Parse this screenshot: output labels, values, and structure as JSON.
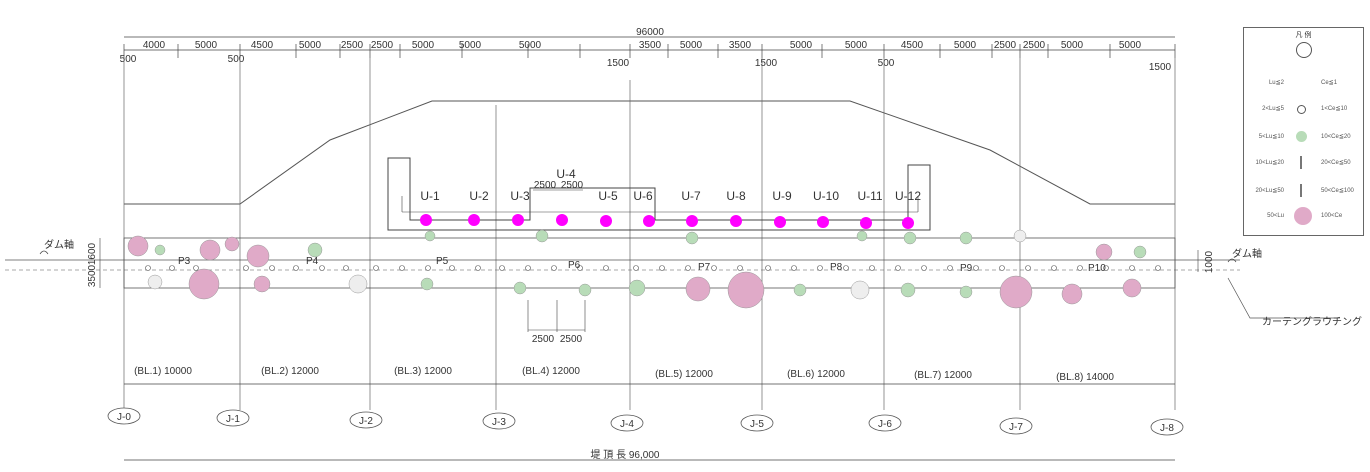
{
  "top_dims": {
    "total": "96000",
    "upper": [
      "4000",
      "5000",
      "4500",
      "5000",
      "2500",
      "2500",
      "5000",
      "5000",
      "5000",
      "3500",
      "5000",
      "3500",
      "5000",
      "5000",
      "4500",
      "5000",
      "2500",
      "2500",
      "5000",
      "5000"
    ],
    "small": [
      "500",
      "500",
      "1500",
      "1500",
      "500",
      "1500"
    ]
  },
  "left_dims": [
    "1600",
    "3500"
  ],
  "right_dims": [
    "1000"
  ],
  "units": [
    "U-1",
    "U-2",
    "U-3",
    "U-4",
    "U-5",
    "U-6",
    "U-7",
    "U-8",
    "U-9",
    "U-10",
    "U-11",
    "U-12"
  ],
  "u4_dims": [
    "2500",
    "2500"
  ],
  "bottom_mid_dims": [
    "2500",
    "2500"
  ],
  "blocks": [
    "(BL.1) 10000",
    "(BL.2) 12000",
    "(BL.3) 12000",
    "(BL.4) 12000",
    "(BL.5) 12000",
    "(BL.6) 12000",
    "(BL.7) 12000",
    "(BL.8) 14000"
  ],
  "joints": [
    "J-0",
    "J-1",
    "J-2",
    "J-3",
    "J-4",
    "J-5",
    "J-6",
    "J-7",
    "J-8"
  ],
  "piers": [
    "P3",
    "P4",
    "P5",
    "P6",
    "P7",
    "P8",
    "P9",
    "P10"
  ],
  "dam_axis_labels": [
    "ダム軸",
    "ダム軸"
  ],
  "curtain_label": "カーテングラウチング",
  "bottom_total": "堤 頂 長 96,000",
  "legend": {
    "title": "凡 例",
    "rows": [
      {
        "left": "Lu≦2",
        "right": "Ce≦1"
      },
      {
        "left": "2<Lu≦5",
        "right": "1<Ce≦10"
      },
      {
        "left": "5<Lu≦10",
        "right": "10<Ce≦20"
      },
      {
        "left": "10<Lu≦20",
        "right": "20<Ce≦50"
      },
      {
        "left": "20<Lu≦50",
        "right": "50<Ce≦100"
      },
      {
        "left": "50<Lu",
        "right": "100<Ce"
      }
    ]
  },
  "colors": {
    "unit_marker": "#ff00ff",
    "lu_pink": "#e0aac8",
    "ce_green": "#b8dcb8",
    "line": "#444444"
  }
}
